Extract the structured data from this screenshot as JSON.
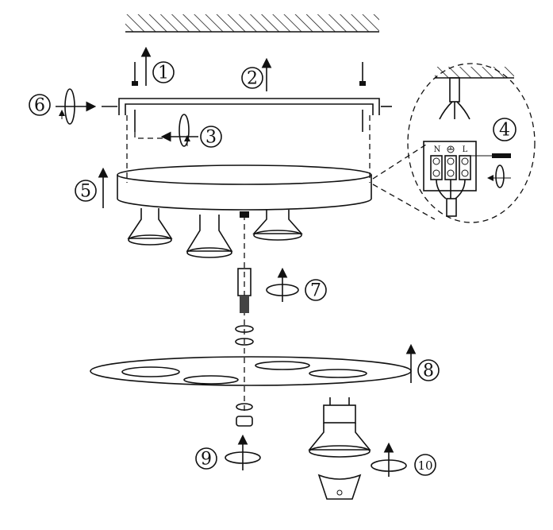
{
  "steps": [
    {
      "label": "1"
    },
    {
      "label": "2"
    },
    {
      "label": "3"
    },
    {
      "label": "4"
    },
    {
      "label": "5"
    },
    {
      "label": "6"
    },
    {
      "label": "7"
    },
    {
      "label": "8"
    },
    {
      "label": "9"
    },
    {
      "label": "10"
    }
  ],
  "terminal": {
    "neutral": "N",
    "live": "L",
    "earth_icon": "ground-symbol"
  },
  "colors": {
    "ink": "#111111",
    "paper": "#ffffff"
  }
}
